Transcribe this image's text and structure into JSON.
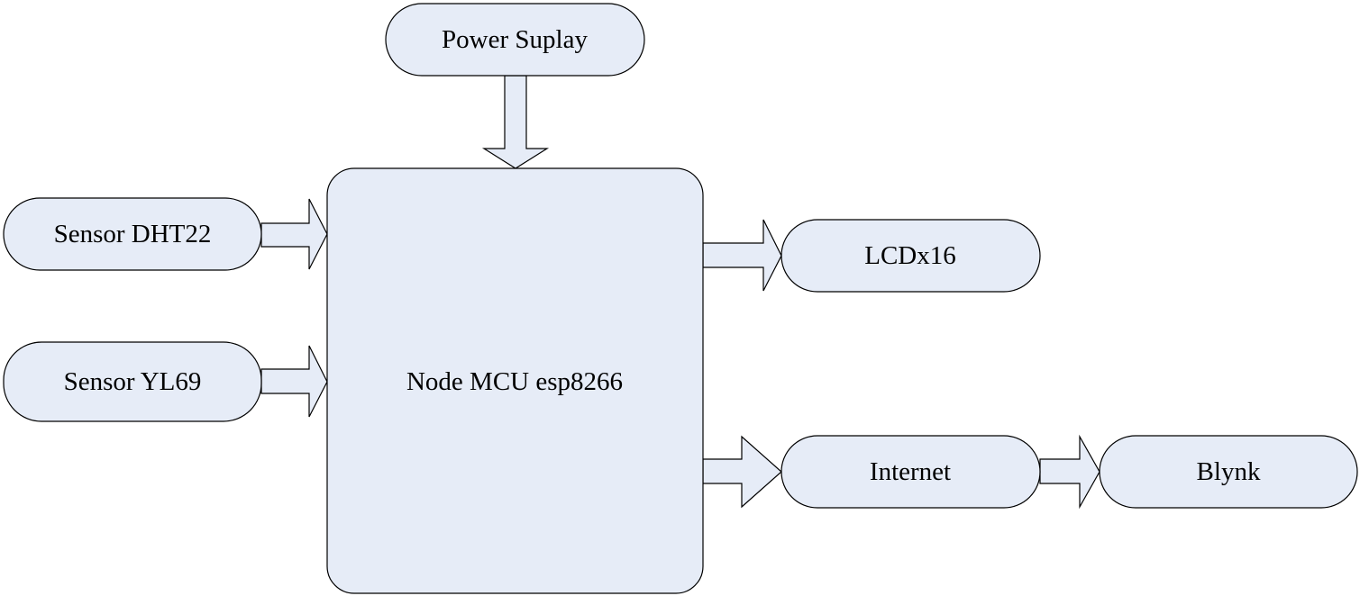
{
  "diagram": {
    "type": "block-diagram",
    "colors": {
      "node_fill": "#e6ecf7",
      "stroke": "#000000",
      "background": "#ffffff",
      "text": "#000000"
    },
    "nodes": {
      "power": {
        "label": "Power Suplay"
      },
      "dht22": {
        "label": "Sensor DHT22"
      },
      "yl69": {
        "label": "Sensor YL69"
      },
      "mcu": {
        "label": "Node MCU esp8266"
      },
      "lcd": {
        "label": "LCDx16"
      },
      "internet": {
        "label": "Internet"
      },
      "blynk": {
        "label": "Blynk"
      }
    },
    "edges": [
      {
        "from": "Power Suplay",
        "to": "Node MCU esp8266",
        "direction": "down"
      },
      {
        "from": "Sensor DHT22",
        "to": "Node MCU esp8266",
        "direction": "right"
      },
      {
        "from": "Sensor YL69",
        "to": "Node MCU esp8266",
        "direction": "right"
      },
      {
        "from": "Node MCU esp8266",
        "to": "LCDx16",
        "direction": "right"
      },
      {
        "from": "Node MCU esp8266",
        "to": "Internet",
        "direction": "right"
      },
      {
        "from": "Internet",
        "to": "Blynk",
        "direction": "right"
      }
    ]
  }
}
